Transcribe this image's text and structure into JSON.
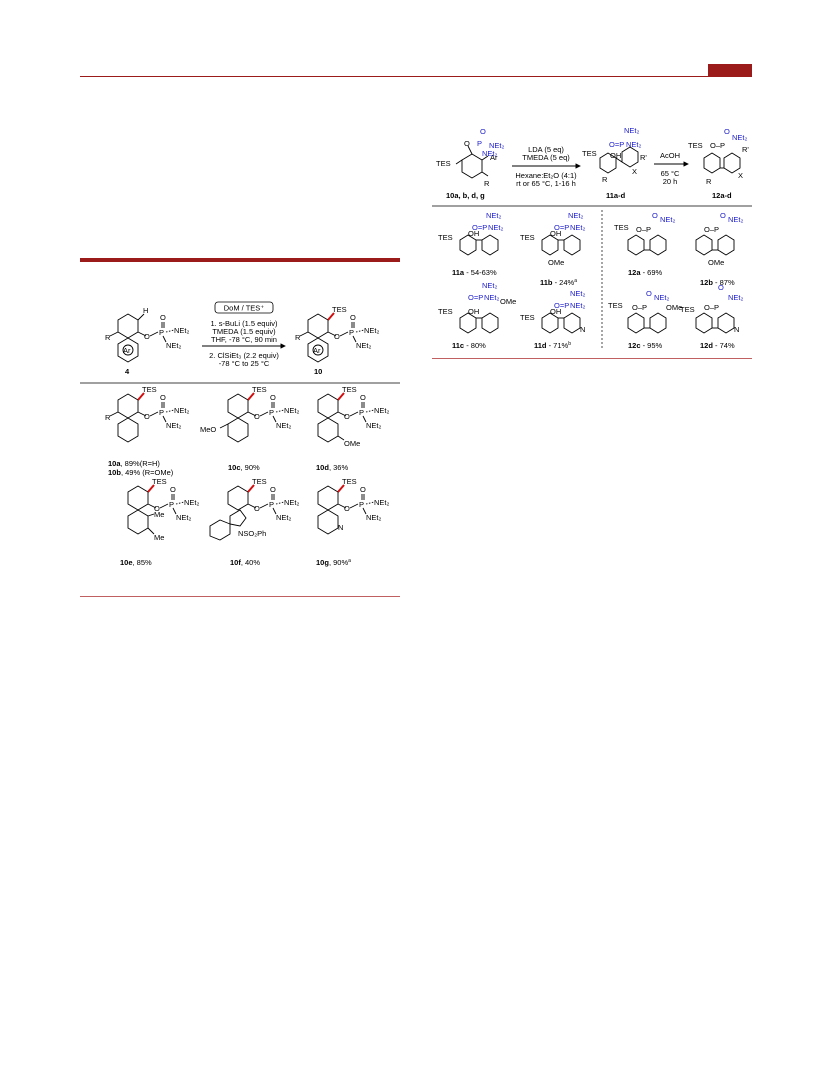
{
  "scheme_left": {
    "reagent_box": "DoM / TES⁺",
    "conditions": [
      "1. s-BuLi (1.5 equiv)",
      "TMEDA (1.5 equiv)",
      "THF, -78 °C, 90 min",
      "2. ClSiEt₃ (2.2 equiv)",
      "-78 °C to 25 °C"
    ],
    "start_label": "4",
    "product_label": "10",
    "compounds": [
      {
        "id": "10a",
        "text": ", 89%(R=H)"
      },
      {
        "id": "10b",
        "text": ", 49% (R=OMe)"
      },
      {
        "id": "10c",
        "text": ", 90%"
      },
      {
        "id": "10d",
        "text": ", 36%"
      },
      {
        "id": "10e",
        "text": ", 85%"
      },
      {
        "id": "10f",
        "text": ", 40%"
      },
      {
        "id": "10g",
        "text": ", 90%",
        "sup": "a"
      }
    ]
  },
  "scheme_right": {
    "start_label": "10a, b, d, g",
    "step1": [
      "LDA (5 eq)",
      "TMEDA (5 eq)",
      "Hexane:Et₂O (4:1)",
      "rt or 65 °C, 1-16 h"
    ],
    "mid_label": "11a-d",
    "step2": [
      "AcOH",
      "65 °C",
      "20 h"
    ],
    "end_label": "12a-d",
    "compounds": [
      {
        "id": "11a",
        "text": " - 54-63%"
      },
      {
        "id": "11b",
        "text": " - 24%",
        "sup": "a"
      },
      {
        "id": "11c",
        "text": " - 80%"
      },
      {
        "id": "11d",
        "text": " - 71%",
        "sup": "b"
      },
      {
        "id": "12a",
        "text": " - 69%"
      },
      {
        "id": "12b",
        "text": " - 87%"
      },
      {
        "id": "12c",
        "text": " - 95%"
      },
      {
        "id": "12d",
        "text": " - 74%"
      }
    ]
  },
  "atoms": {
    "tes": "TES",
    "ar": "Ar",
    "r": "R",
    "rp": "R'",
    "x": "X",
    "n": "N",
    "h": "H",
    "o": "O",
    "p": "P",
    "oh": "OH",
    "net2": "NEt₂",
    "ome": "OMe",
    "meo": "MeO",
    "me": "Me",
    "nso2ph": "NSO₂Ph",
    "po_frag": "O=P",
    "p_o_frag": "O–P"
  }
}
